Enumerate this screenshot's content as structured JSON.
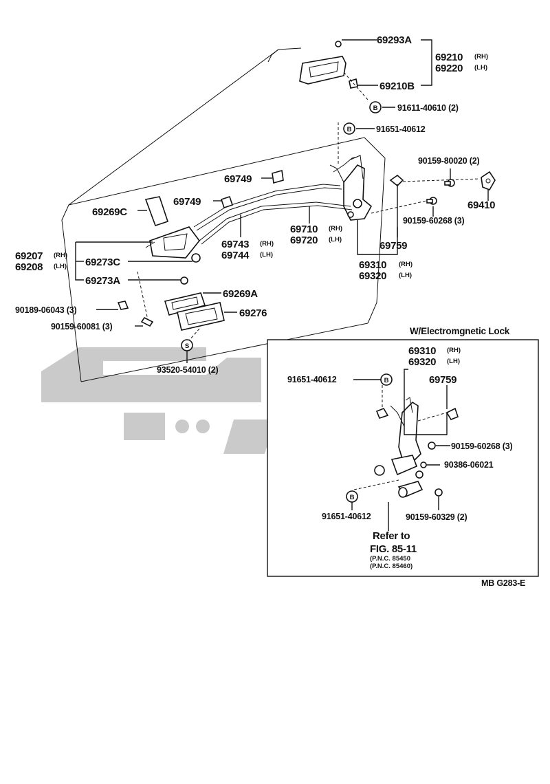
{
  "parts": {
    "p69293A": "69293A",
    "p69210": "69210",
    "p69210_tag": "(RH)",
    "p69220": "69220",
    "p69220_tag": "(LH)",
    "p69210B": "69210B",
    "p91611": "91611-40610 (2)",
    "p91651a": "91651-40612",
    "p90159_80020": "90159-80020 (2)",
    "p69749a": "69749",
    "p69749b": "69749",
    "p69410": "69410",
    "p69269C": "69269C",
    "p90159_60268": "90159-60268 (3)",
    "p69710": "69710",
    "p69710_tag": "(RH)",
    "p69720": "69720",
    "p69720_tag": "(LH)",
    "p69743": "69743",
    "p69743_tag": "(RH)",
    "p69744": "69744",
    "p69744_tag": "(LH)",
    "p69759": "69759",
    "p69207": "69207",
    "p69207_tag": "(RH)",
    "p69208": "69208",
    "p69208_tag": "(LH)",
    "p69273C": "69273C",
    "p69310": "69310",
    "p69310_tag": "(RH)",
    "p69320": "69320",
    "p69320_tag": "(LH)",
    "p69273A": "69273A",
    "p69269A": "69269A",
    "p90189": "90189-06043 (3)",
    "p69276": "69276",
    "p90159_60081": "90159-60081 (3)",
    "p93520": "93520-54010 (2)",
    "badge_b": "B",
    "badge_s": "S"
  },
  "inset": {
    "title": "W/Electromgnetic Lock",
    "p69310": "69310",
    "p69310_tag": "(RH)",
    "p69320": "69320",
    "p69320_tag": "(LH)",
    "p91651a": "91651-40612",
    "p69759": "69759",
    "p90159_60268": "90159-60268 (3)",
    "p90386": "90386-06021",
    "p91651b": "91651-40612",
    "p90159_60329": "90159-60329 (2)",
    "refer1": "Refer to",
    "refer2": "FIG. 85-11",
    "pnc1": "(P.N.C. 85450",
    "pnc2": "(P.N.C. 85460)"
  },
  "footer": {
    "code": "MB   G283-E"
  }
}
